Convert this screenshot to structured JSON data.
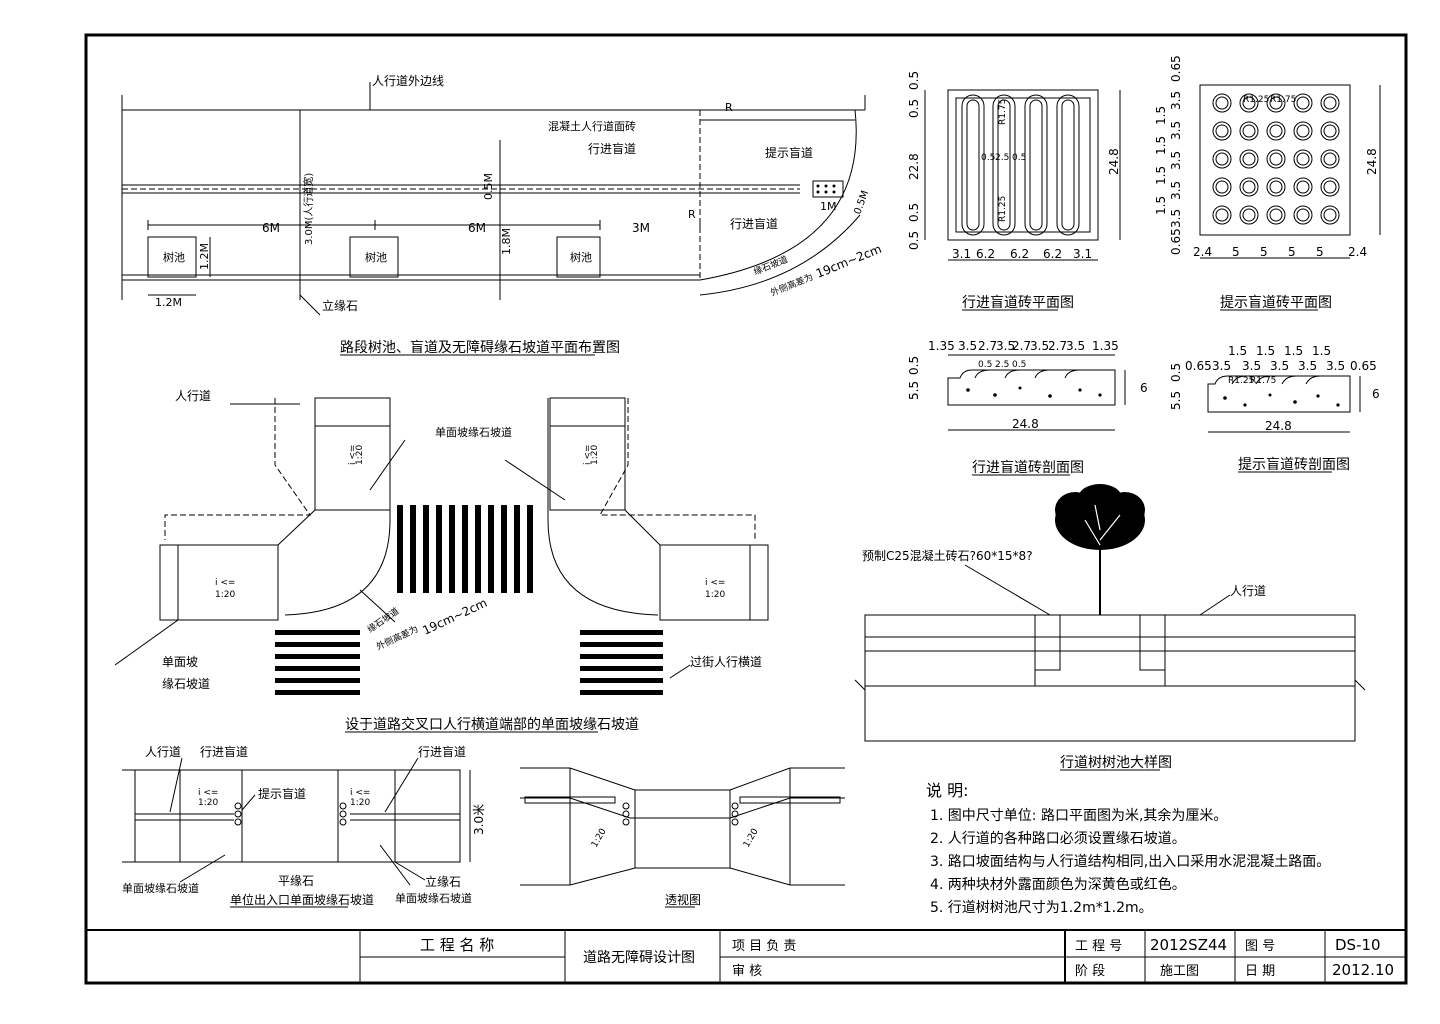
{
  "plan": {
    "sidewalk_outer_edge": "人行道外边线",
    "concrete_tile": "混凝土人行道面砖",
    "guide_path": "行进盲道",
    "warning_path": "提示盲道",
    "guide_path_2": "行进盲道",
    "tree_pit_1": "树池",
    "tree_pit_2": "树池",
    "tree_pit_3": "树池",
    "dim_6m_1": "6M",
    "dim_6m_2": "6M",
    "dim_3m": "3M",
    "dim_3m_width": "3.0M(人行道宽)",
    "dim_05m": "0.5M",
    "dim_18m": "1.8M",
    "dim_12m_v": "1.2M",
    "dim_12m_h": "1.2M",
    "dim_1m": "1M",
    "dim_05m_b": "0.5M",
    "radius_r1": "R",
    "radius_r2": "R",
    "curb": "立缘石",
    "ramp_note_a": "缘石坡道",
    "ramp_note_b": "外侧高差为",
    "ramp_note_c": "19cm~2cm",
    "title": "路段树池、盲道及无障碍缘石坡道平面布置图"
  },
  "guide_tile": {
    "dims_left": [
      "0.5",
      "0.5",
      "22.8",
      "0.5",
      "0.5"
    ],
    "dim_right": "24.8",
    "dims_bottom": [
      "3.1",
      "6.2",
      "6.2",
      "6.2",
      "3.1"
    ],
    "inner_labels": [
      "R1.75",
      "0.5",
      "2.5",
      "0.5",
      "R1.25"
    ],
    "title": "行进盲道砖平面图"
  },
  "warning_tile": {
    "dims_left": [
      "0.65",
      "3.5",
      "1.5",
      "3.5",
      "1.5",
      "3.5",
      "1.5",
      "3.5",
      "1.5",
      "3.5",
      "0.65"
    ],
    "dim_right": "24.8",
    "dims_bottom": [
      "2.4",
      "5",
      "5",
      "5",
      "5",
      "2.4"
    ],
    "inner_labels": [
      "R1.25",
      "R1.75"
    ],
    "title": "提示盲道砖平面图"
  },
  "guide_section": {
    "dims_top": [
      "1.35",
      "3.5",
      "2.7",
      "3.5",
      "2.7",
      "3.5",
      "2.7",
      "3.5",
      "1.35"
    ],
    "dims_top2": [
      "0.5",
      "2.5",
      "0.5"
    ],
    "dims_left": [
      "5.5",
      "0.5"
    ],
    "dim_right": "6",
    "dim_bottom": "24.8",
    "title": "行进盲道砖剖面图"
  },
  "warning_section": {
    "dims_top": [
      "1.5",
      "1.5",
      "1.5",
      "1.5"
    ],
    "dims_top2": [
      "0.65",
      "3.5",
      "3.5",
      "3.5",
      "3.5",
      "3.5",
      "0.65"
    ],
    "dims_top3": [
      "R1.25",
      "R1.75"
    ],
    "dims_left": [
      "5.5",
      "0.5"
    ],
    "dim_right": "6",
    "dim_bottom": "24.8",
    "title": "提示盲道砖剖面图"
  },
  "intersection": {
    "sidewalk": "人行道",
    "ramp_label": "单面坡缘石坡道",
    "ramp_left_a": "单面坡",
    "ramp_left_b": "缘石坡道",
    "crossing": "过街人行横道",
    "slope_i": "i <=",
    "slope_v": "1:20",
    "curb_note_a": "缘石坡道",
    "curb_note_b": "外侧高差为",
    "curb_note_c": "19cm~2cm",
    "title": "设于道路交叉口人行横道端部的单面坡缘石坡道"
  },
  "tree_pit": {
    "curb_label": "预制C25混凝土砖石?60*15*8?",
    "sidewalk": "人行道",
    "title": "行道树树池大样图"
  },
  "entrance": {
    "sidewalk": "人行道",
    "guide_1": "行进盲道",
    "guide_2": "行进盲道",
    "warning": "提示盲道",
    "flat_curb": "平缘石",
    "vertical_curb": "立缘石",
    "ramp_1": "单面坡缘石坡道",
    "ramp_2": "单面坡缘石坡道",
    "slope_i": "i <=",
    "slope_v": "1:20",
    "width": "3.0米",
    "title": "单位出入口单面坡缘石坡道"
  },
  "perspective": {
    "slope_a": "1:20",
    "slope_b": "1:20",
    "title": "透视图"
  },
  "notes": {
    "heading": "说  明:",
    "items": [
      "1.  图中尺寸单位: 路口平面图为米,其余为厘米。",
      "2.  人行道的各种路口必须设置缘石坡道。",
      "3.  路口坡面结构与人行道结构相同,出入口采用水泥混凝土路面。",
      "4.  两种块材外露面颜色为深黄色或红色。",
      "5.  行道树树池尺寸为1.2m*1.2m。"
    ]
  },
  "title_block": {
    "project_name": "工  程  名  称",
    "drawing_name": "道路无障碍设计图",
    "project_lead": "项  目  负  责",
    "review": "审        核",
    "project_no_label": "工 程 号",
    "project_no": "2012SZ44",
    "drawing_no_label": "图    号",
    "drawing_no": "DS-10",
    "stage_label": "阶    段",
    "stage": "施工图",
    "date_label": "日    期",
    "date": "2012.10"
  }
}
